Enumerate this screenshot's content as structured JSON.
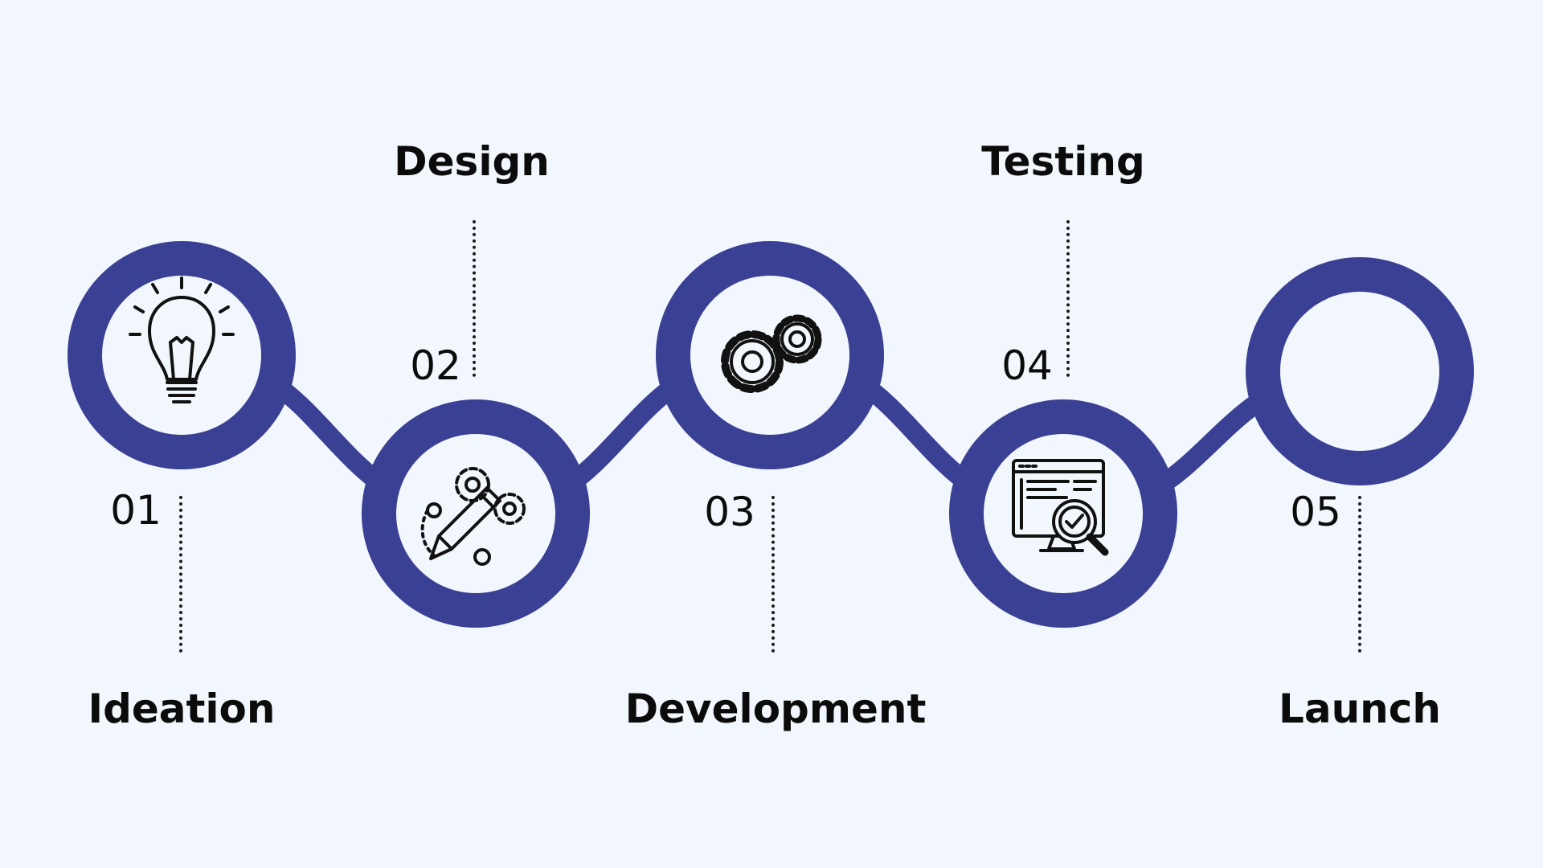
{
  "colors": {
    "background": "#f2f7fd",
    "accent": "#3a4194",
    "inner": "#f2f7fd",
    "ink": "#0b0b0b"
  },
  "steps": [
    {
      "number": "01",
      "title": "Ideation",
      "icon": "lightbulb-icon",
      "position": "top"
    },
    {
      "number": "02",
      "title": "Design",
      "icon": "pencil-gears-icon",
      "position": "bottom"
    },
    {
      "number": "03",
      "title": "Development",
      "icon": "gears-icon",
      "position": "top"
    },
    {
      "number": "04",
      "title": "Testing",
      "icon": "monitor-search-icon",
      "position": "bottom"
    },
    {
      "number": "05",
      "title": "Launch",
      "icon": "",
      "position": "top"
    }
  ]
}
